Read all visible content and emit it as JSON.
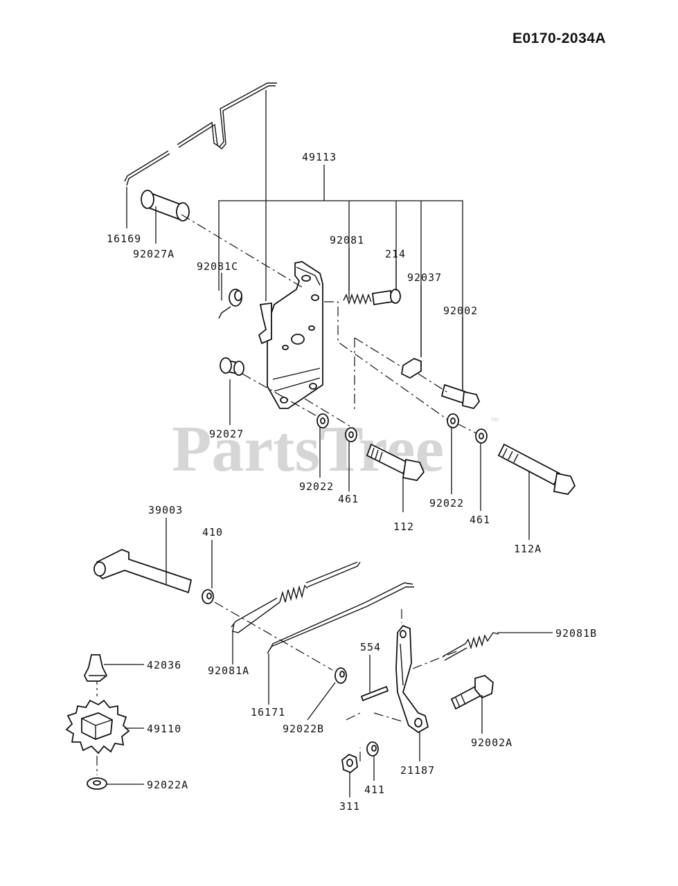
{
  "diagram_code": "E0170-2034A",
  "watermark": {
    "text": "PartsTree",
    "trademark": "™"
  },
  "parts": [
    "16169",
    "92027A",
    "49113",
    "92081",
    "214",
    "92081C",
    "92037",
    "92002",
    "92027",
    "92022",
    "461",
    "112",
    "92022",
    "461",
    "112A",
    "39003",
    "410",
    "92081B",
    "42036",
    "554",
    "49110",
    "92081A",
    "16171",
    "92022B",
    "92002A",
    "21187",
    "92022A",
    "411",
    "311"
  ]
}
